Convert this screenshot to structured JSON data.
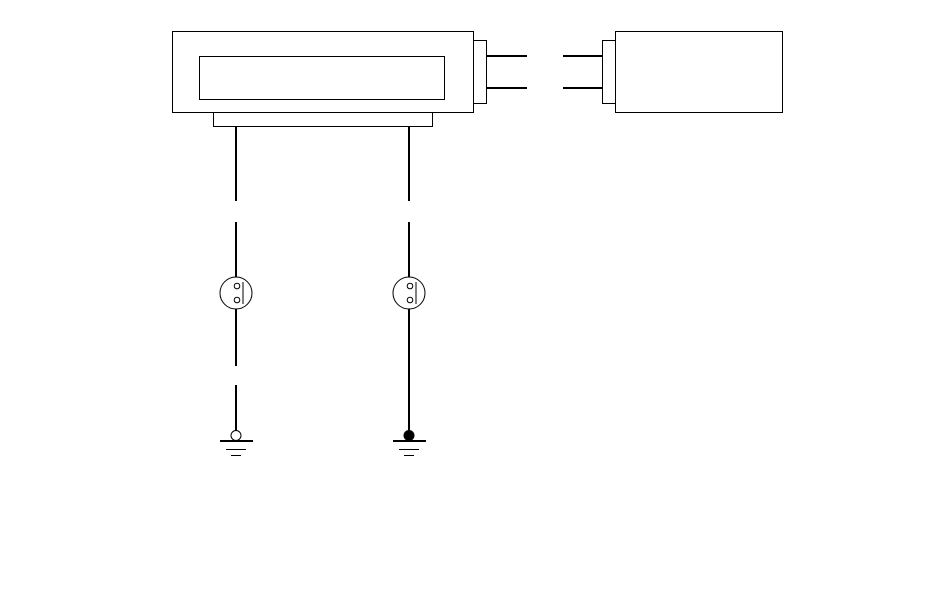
{
  "diagram": {
    "type": "wiring-schematic",
    "colors": {
      "line": "#000000",
      "background": "#ffffff"
    },
    "components": [
      {
        "id": "module-left",
        "kind": "module-with-display-window"
      },
      {
        "id": "module-right",
        "kind": "module"
      }
    ],
    "branches": [
      {
        "id": "branch-1",
        "connector": "inline-connector",
        "ground_terminal": "open-terminal"
      },
      {
        "id": "branch-2",
        "connector": "inline-connector",
        "ground_terminal": "filled-terminal"
      }
    ],
    "connections": [
      {
        "from": "module-left",
        "to": "module-right",
        "wires": 2
      }
    ]
  }
}
